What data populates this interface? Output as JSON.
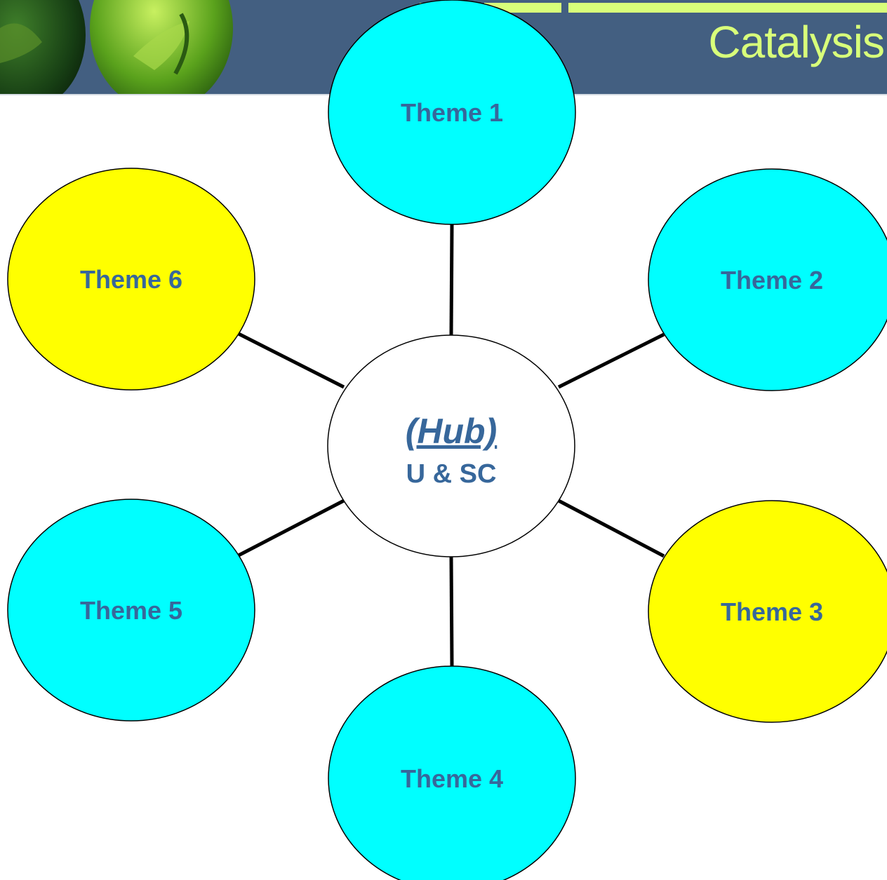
{
  "header": {
    "title": "Catalysis",
    "title_color": "#d8ff7a",
    "background": "#435f81",
    "decoration_icon": "green-leaf-icon"
  },
  "colors": {
    "cyan": "#00ffff",
    "yellow": "#ffff00",
    "hub_fill": "#ffffff",
    "label": "#37679b",
    "connector": "#000000"
  },
  "hub": {
    "label": "(Hub)",
    "sublabel": "U & SC"
  },
  "themes": [
    {
      "label": "Theme 1",
      "fill": "cyan"
    },
    {
      "label": "Theme 2",
      "fill": "cyan"
    },
    {
      "label": "Theme 3",
      "fill": "yellow"
    },
    {
      "label": "Theme 4",
      "fill": "cyan"
    },
    {
      "label": "Theme 5",
      "fill": "cyan"
    },
    {
      "label": "Theme 6",
      "fill": "yellow"
    }
  ]
}
